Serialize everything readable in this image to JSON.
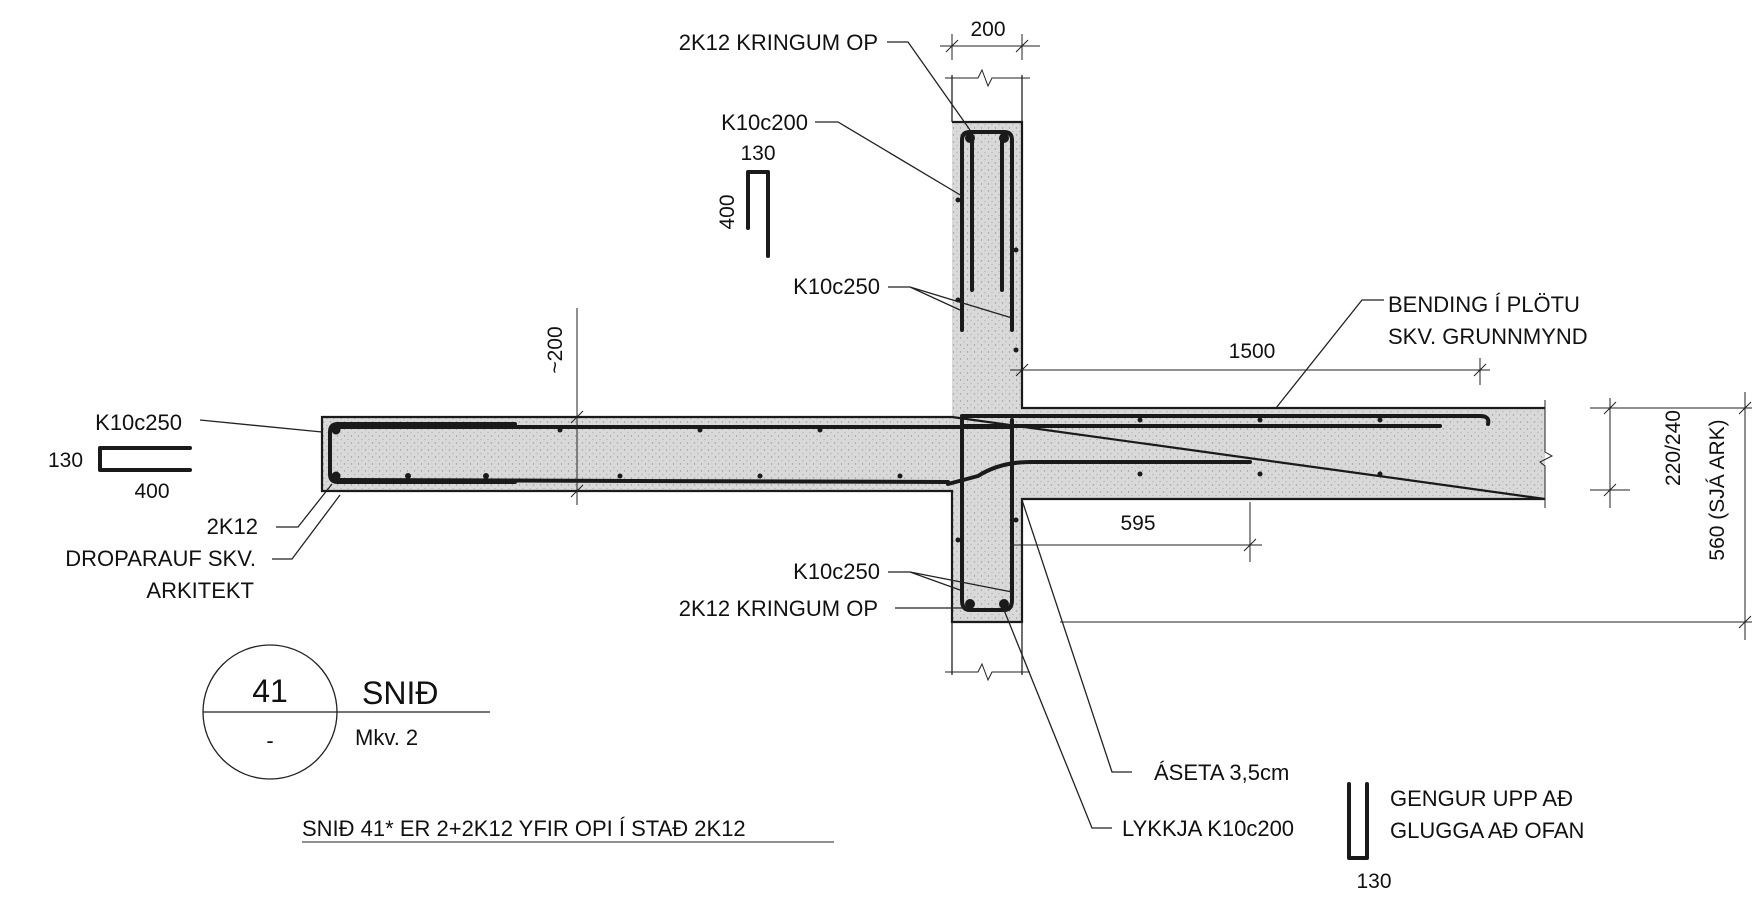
{
  "labels": {
    "top_ring": "2K12 KRINGUM OP",
    "stirrup_top": "K10c200",
    "k250_top": "K10c250",
    "bending_1": "BENDING Í PLÖTU",
    "bending_2": "SKV. GRUNNMYND",
    "k250_left": "K10c250",
    "k2k12": "2K12",
    "drip_1": "DROPARAUF SKV.",
    "drip_2": "ARKITEKT",
    "k250_bottom": "K10c250",
    "bottom_ring": "2K12 KRINGUM OP",
    "cover": "ÁSETA 3,5cm",
    "loop": "LYKKJA K10c200",
    "goes_up_1": "GENGUR UPP AÐ",
    "goes_up_2": "GLUGGA AÐ OFAN",
    "note": "SNIÐ 41* ER 2+2K12 YFIR OPI Í STAÐ 2K12"
  },
  "dims": {
    "wall_width": "200",
    "stirrup_w": "130",
    "stirrup_h": "400",
    "slab_top": "~200",
    "anchor_len": "1500",
    "left_w": "130",
    "left_len": "400",
    "lower_len": "595",
    "slab_thickness": "220/240",
    "total_height": "560 (SJÁ ARK)",
    "loop_w": "130"
  },
  "section": {
    "number": "41",
    "sheet": "-",
    "title": "SNIÐ",
    "scale": "Mkv. 2"
  },
  "colors": {
    "concrete": "#d9d9d9",
    "rebar": "#1a1a1a",
    "line": "#222222"
  }
}
